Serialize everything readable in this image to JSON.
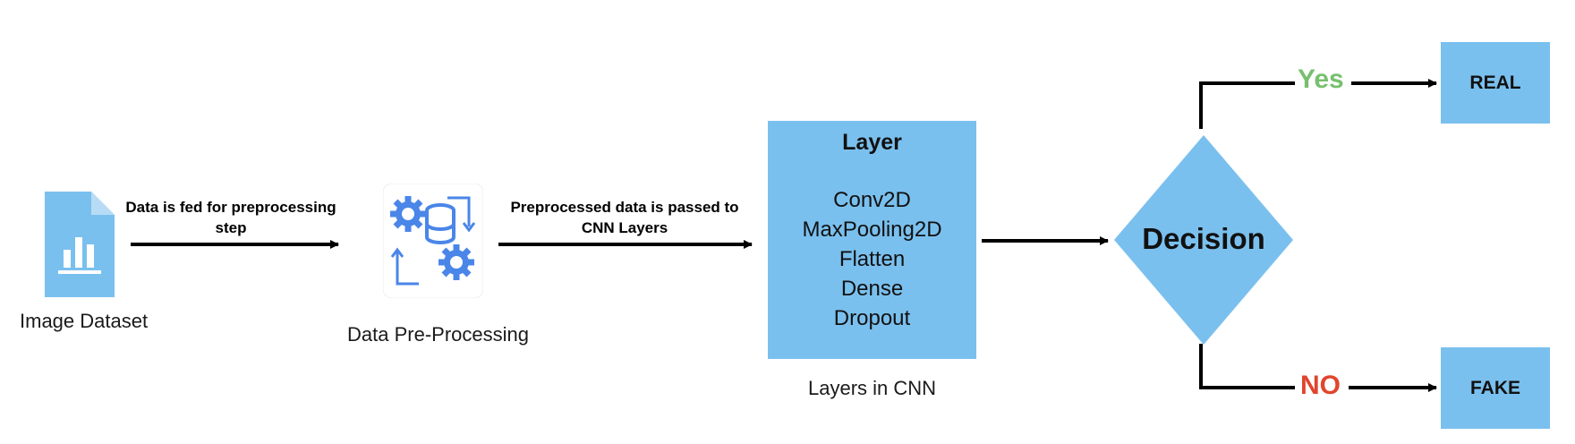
{
  "nodes": {
    "image_dataset": {
      "label": "Image Dataset"
    },
    "preprocessing": {
      "label": "Data Pre-Processing"
    },
    "cnn": {
      "title": "Layer",
      "layers": [
        "Conv2D",
        "MaxPooling2D",
        "Flatten",
        "Dense",
        "Dropout"
      ],
      "caption": "Layers in CNN"
    },
    "decision": {
      "label": "Decision"
    },
    "real": {
      "label": "REAL"
    },
    "fake": {
      "label": "FAKE"
    }
  },
  "edges": {
    "to_preprocessing": {
      "line1": "Data is fed for preprocessing",
      "line2": "step"
    },
    "to_cnn": {
      "line1": "Preprocessed data is passed to",
      "line2": "CNN Layers"
    },
    "yes": {
      "label": "Yes"
    },
    "no": {
      "label": "NO"
    }
  },
  "colors": {
    "box_fill": "#7ac0ee",
    "yes_color": "#77c06e",
    "no_color": "#e0462d",
    "gear_color": "#4a86e8"
  }
}
